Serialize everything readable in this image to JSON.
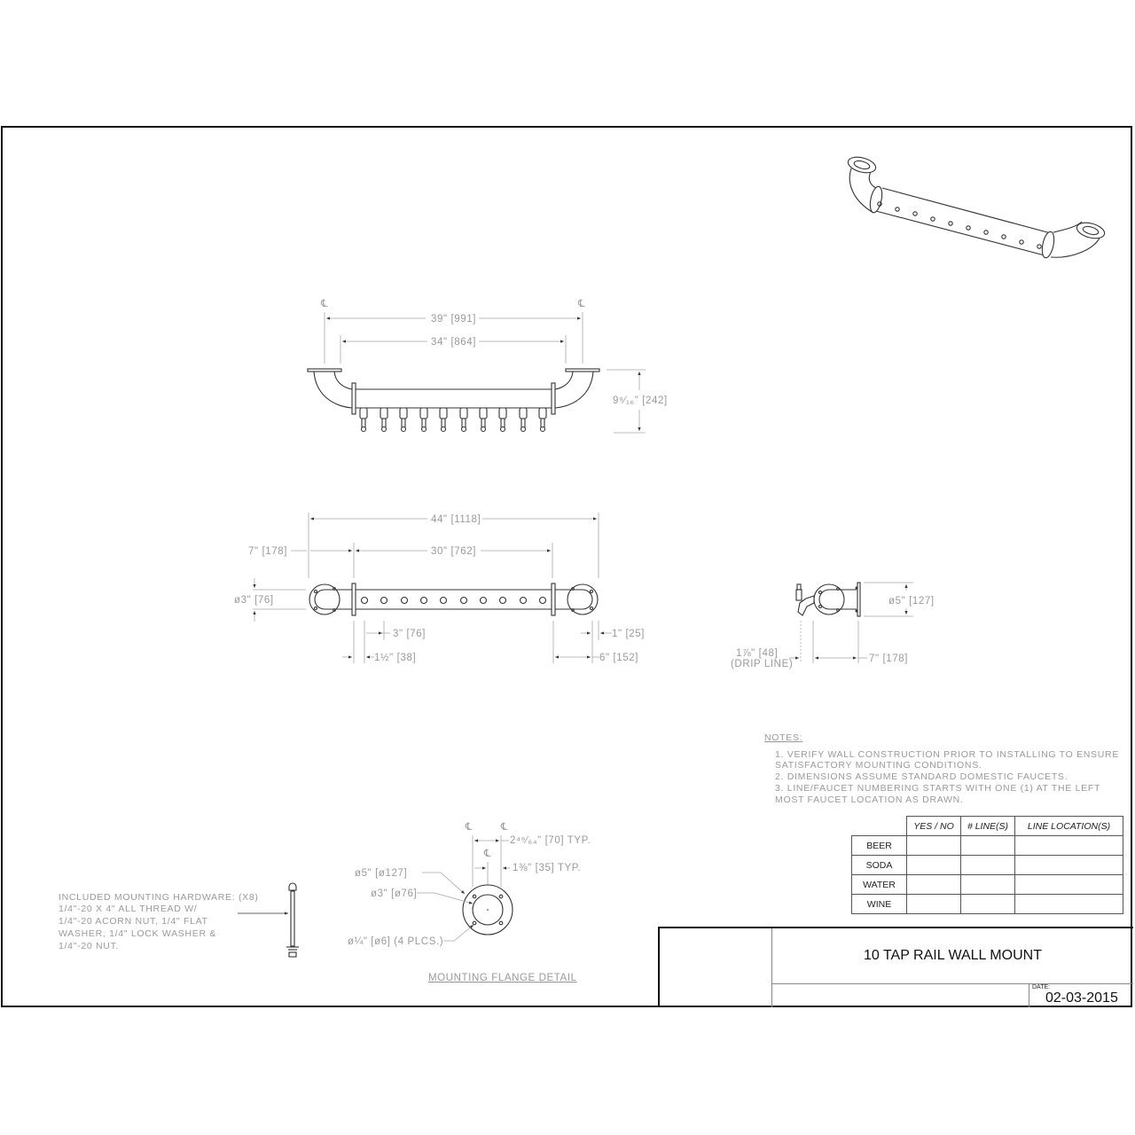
{
  "drawing": {
    "title": "10 TAP RAIL WALL MOUNT",
    "date_label": "DATE:",
    "date": "02-03-2015",
    "centerline_symbol": "℄"
  },
  "top_view": {
    "dim_overall_cl": "39\" [991]",
    "dim_inner": "34\" [864]",
    "dim_height": "9⁹⁄₁₆\" [242]",
    "faucet_count": 10
  },
  "front_view": {
    "dim_overall": "44\" [1118]",
    "dim_left_offset": "7\" [178]",
    "dim_rail_length": "30\" [762]",
    "dim_diameter": "ø3\" [76]",
    "dim_spacing": "3\" [76]",
    "dim_first_hole": "1½\" [38]",
    "dim_flange_edge": "1\" [25]",
    "dim_right_offset": "6\" [152]",
    "hole_count": 10
  },
  "side_view": {
    "dim_flange_dia": "ø5\" [127]",
    "dim_projection": "7\" [178]",
    "dim_drip": "1⅞\" [48]",
    "drip_label": "(DRIP LINE)"
  },
  "notes": {
    "heading": "NOTES:",
    "lines": [
      "1. VERIFY WALL CONSTRUCTION PRIOR TO INSTALLING TO ENSURE",
      "SATISFACTORY MOUNTING CONDITIONS.",
      "2. DIMENSIONS ASSUME STANDARD DOMESTIC FAUCETS.",
      "3. LINE/FAUCET NUMBERING STARTS WITH ONE (1) AT THE LEFT",
      "MOST FAUCET LOCATION AS DRAWN."
    ]
  },
  "beverage_table": {
    "headers": [
      "YES / NO",
      "# LINE(S)",
      "LINE LOCATION(S)"
    ],
    "rows": [
      {
        "label": "BEER",
        "yes_no": "",
        "lines": "",
        "locations": ""
      },
      {
        "label": "SODA",
        "yes_no": "",
        "lines": "",
        "locations": ""
      },
      {
        "label": "WATER",
        "yes_no": "",
        "lines": "",
        "locations": ""
      },
      {
        "label": "WINE",
        "yes_no": "",
        "lines": "",
        "locations": ""
      }
    ]
  },
  "flange_detail": {
    "title": "MOUNTING FLANGE DETAIL",
    "dim_bolt_spacing": "2⁴⁹⁄₆₄\" [70] TYP.",
    "dim_half_spacing": "1⅜\" [35] TYP.",
    "dim_outer": "ø5\" [ø127]",
    "dim_inner": "ø3\" [ø76]",
    "dim_holes": "ø¼\" [ø6] (4 PLCS.)"
  },
  "hardware": {
    "lines": [
      "INCLUDED MOUNTING HARDWARE: (X8)",
      "1/4\"-20 X 4\" ALL THREAD W/",
      "1/4\"-20 ACORN NUT, 1/4\" FLAT",
      "WASHER, 1/4\" LOCK WASHER &",
      "1/4\"-20 NUT."
    ]
  }
}
